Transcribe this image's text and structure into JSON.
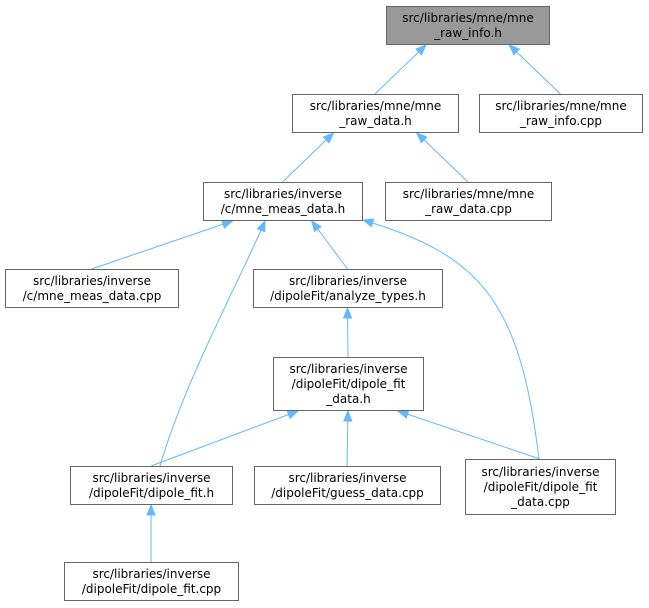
{
  "diagram": {
    "colors": {
      "root_fill": "#999999",
      "node_fill": "#ffffff",
      "border": "#666666",
      "edge": "#63b8ff"
    },
    "nodes": [
      {
        "id": "mne_raw_info_h",
        "lines": [
          "src/libraries/mne/mne",
          "_raw_info.h"
        ],
        "root": true
      },
      {
        "id": "mne_raw_data_h",
        "lines": [
          "src/libraries/mne/mne",
          "_raw_data.h"
        ]
      },
      {
        "id": "mne_raw_info_cpp",
        "lines": [
          "src/libraries/mne/mne",
          "_raw_info.cpp"
        ]
      },
      {
        "id": "mne_meas_data_h",
        "lines": [
          "src/libraries/inverse",
          "/c/mne_meas_data.h"
        ]
      },
      {
        "id": "mne_raw_data_cpp",
        "lines": [
          "src/libraries/mne/mne",
          "_raw_data.cpp"
        ]
      },
      {
        "id": "mne_meas_data_cpp",
        "lines": [
          "src/libraries/inverse",
          "/c/mne_meas_data.cpp"
        ]
      },
      {
        "id": "analyze_types_h",
        "lines": [
          "src/libraries/inverse",
          "/dipoleFit/analyze_types.h"
        ]
      },
      {
        "id": "dipole_fit_data_h",
        "lines": [
          "src/libraries/inverse",
          "/dipoleFit/dipole_fit",
          "_data.h"
        ]
      },
      {
        "id": "dipole_fit_h",
        "lines": [
          "src/libraries/inverse",
          "/dipoleFit/dipole_fit.h"
        ]
      },
      {
        "id": "guess_data_cpp",
        "lines": [
          "src/libraries/inverse",
          "/dipoleFit/guess_data.cpp"
        ]
      },
      {
        "id": "dipole_fit_data_cpp",
        "lines": [
          "src/libraries/inverse",
          "/dipoleFit/dipole_fit",
          "_data.cpp"
        ]
      },
      {
        "id": "dipole_fit_cpp",
        "lines": [
          "src/libraries/inverse",
          "/dipoleFit/dipole_fit.cpp"
        ]
      }
    ],
    "edges": [
      {
        "from": "mne_raw_data_h",
        "to": "mne_raw_info_h"
      },
      {
        "from": "mne_raw_info_cpp",
        "to": "mne_raw_info_h"
      },
      {
        "from": "mne_meas_data_h",
        "to": "mne_raw_data_h"
      },
      {
        "from": "mne_raw_data_cpp",
        "to": "mne_raw_data_h"
      },
      {
        "from": "mne_meas_data_cpp",
        "to": "mne_meas_data_h"
      },
      {
        "from": "analyze_types_h",
        "to": "mne_meas_data_h"
      },
      {
        "from": "dipole_fit_h",
        "to": "mne_meas_data_h"
      },
      {
        "from": "dipole_fit_data_cpp",
        "to": "mne_meas_data_h"
      },
      {
        "from": "dipole_fit_data_h",
        "to": "analyze_types_h"
      },
      {
        "from": "dipole_fit_h",
        "to": "dipole_fit_data_h"
      },
      {
        "from": "guess_data_cpp",
        "to": "dipole_fit_data_h"
      },
      {
        "from": "dipole_fit_data_cpp",
        "to": "dipole_fit_data_h"
      },
      {
        "from": "dipole_fit_cpp",
        "to": "dipole_fit_h"
      }
    ]
  }
}
